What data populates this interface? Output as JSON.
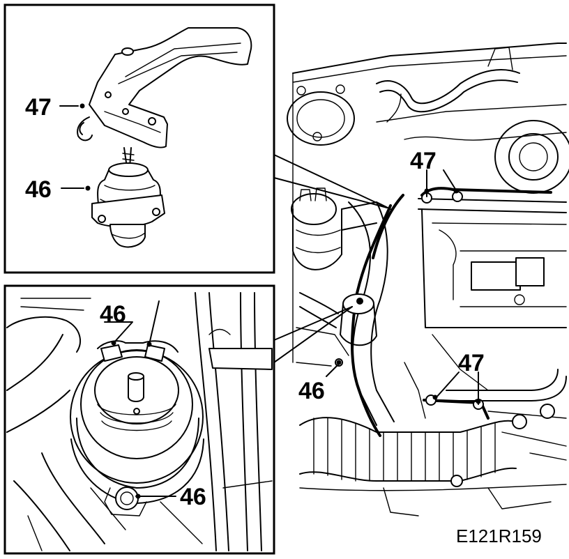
{
  "callouts": {
    "inset_top_bracket": "47",
    "inset_top_mount": "46",
    "inset_bottom_top": "46",
    "inset_bottom_bolt": "46",
    "engine_bracket_top": "47",
    "engine_bracket_bottom": "47",
    "engine_mount": "46"
  },
  "figure_id": "E121R159",
  "icons": {
    "bracket": "engine-bracket-icon",
    "mount": "engine-mount-icon",
    "bolt": "bolt-icon"
  }
}
